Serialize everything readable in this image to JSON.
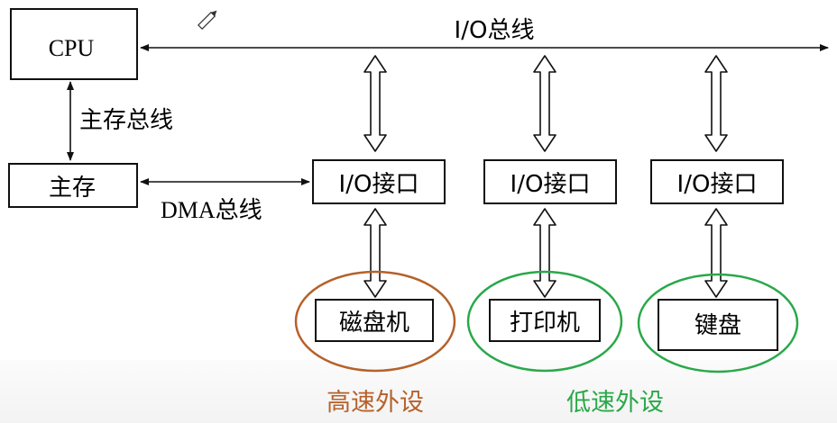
{
  "nodes": {
    "cpu": "CPU",
    "main_memory": "主存",
    "io_interface_1": "I/O接口",
    "io_interface_2": "I/O接口",
    "io_interface_3": "I/O接口",
    "disk": "磁盘机",
    "printer": "打印机",
    "keyboard": "键盘"
  },
  "buses": {
    "io_bus": "I/O总线",
    "memory_bus": "主存总线",
    "dma_bus": "DMA总线"
  },
  "groups": {
    "high_speed": {
      "label": "高速外设",
      "color": "#b5612a"
    },
    "low_speed": {
      "label": "低速外设",
      "color": "#2aa84a"
    }
  },
  "icons": {
    "annotation": "pencil-icon"
  }
}
